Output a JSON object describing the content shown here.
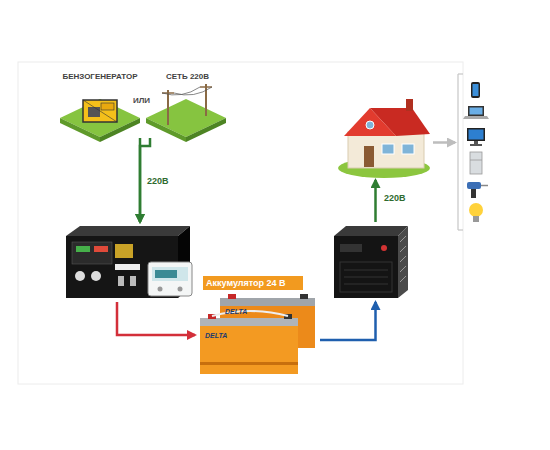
{
  "diagram": {
    "nodes": [
      {
        "text": [
          "БЕНЗОГЕНЕРАТОР"
        ]
      },
      {
        "text": [
          "СЕТЬ 220В"
        ]
      },
      {
        "text": []
      },
      {
        "text": [
          "Аккумулятор 24 В",
          "DELTA",
          "DELTA"
        ]
      },
      {
        "text": []
      },
      {
        "text": []
      },
      {
        "text": []
      }
    ],
    "edges": [
      {
        "from": 0,
        "to": 2,
        "label": "220В",
        "arrow": "to"
      },
      {
        "from": 1,
        "to": 2,
        "arrow": "to"
      },
      {
        "from": 2,
        "to": 3,
        "arrow": "to"
      },
      {
        "from": 3,
        "to": 4,
        "arrow": "to"
      },
      {
        "from": 4,
        "to": 5,
        "label": "220В",
        "arrow": "to"
      },
      {
        "from": 5,
        "to": 6,
        "arrow": "to"
      }
    ],
    "labels": [
      "ИЛИ"
    ]
  }
}
